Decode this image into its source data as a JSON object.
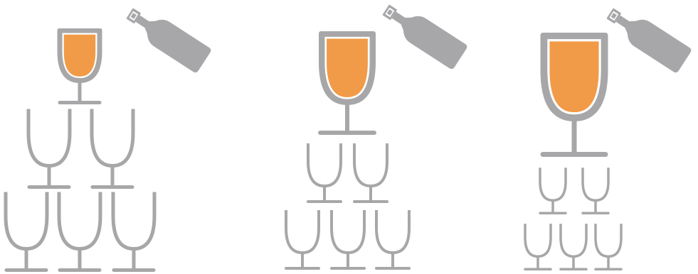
{
  "colors": {
    "glass": "#a7a7a9",
    "wine": "#f19b48",
    "bottle": "#a7a7a9",
    "background": "#ffffff"
  },
  "panels": [
    {
      "id": "panel-1",
      "icons": {
        "bottle": "wine-bottle-icon",
        "top_glass": "filled-wine-glass-icon",
        "glass": "empty-wine-glass-icon"
      },
      "top_glass_filled": true,
      "tower_rows": [
        2,
        3
      ]
    },
    {
      "id": "panel-2",
      "icons": {
        "bottle": "wine-bottle-icon",
        "top_glass": "filled-wine-glass-icon",
        "glass": "empty-wine-glass-icon"
      },
      "top_glass_filled": true,
      "tower_rows": [
        2,
        3
      ]
    },
    {
      "id": "panel-3",
      "icons": {
        "bottle": "wine-bottle-icon",
        "top_glass": "filled-wine-glass-icon",
        "glass": "empty-wine-glass-icon"
      },
      "top_glass_filled": true,
      "tower_rows": [
        2,
        3
      ]
    }
  ]
}
